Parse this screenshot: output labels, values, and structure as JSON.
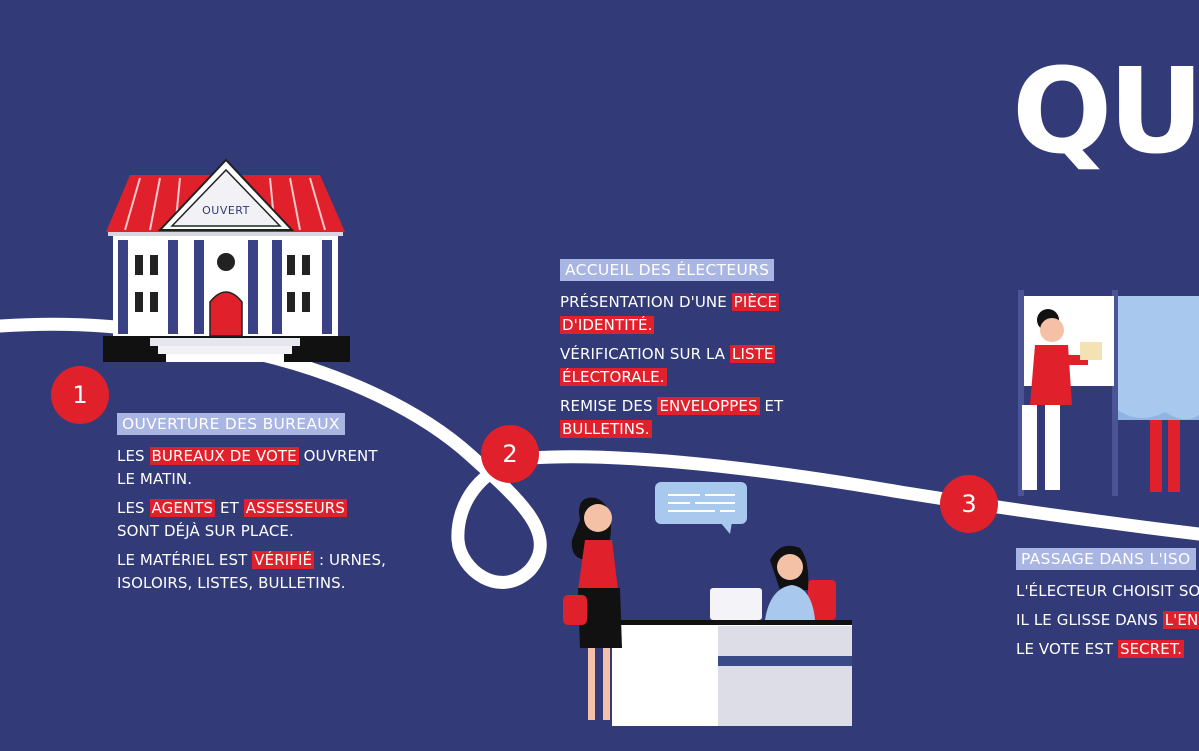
{
  "title": "QUI",
  "building_sign": "OUVERT",
  "colors": {
    "background": "#323a78",
    "accent_red": "#e0212c",
    "heading_bg": "#a9b5e2",
    "text": "#ffffff"
  },
  "steps": [
    {
      "number": "1",
      "heading": "OUVERTURE DES BUREAUX",
      "lines": [
        {
          "a": "LES ",
          "hl1": "BUREAUX DE VOTE",
          "b": " OUVRENT",
          "c": "LE MATIN."
        },
        {
          "a": "LES ",
          "hl1": "AGENTS",
          "b": " ET ",
          "hl2": "ASSESSEURS",
          "c": "SONT DÉJÀ SUR PLACE."
        },
        {
          "a": "LE MATÉRIEL EST ",
          "hl1": "VÉRIFIÉ",
          "b": " : URNES,",
          "c": "ISOLOIRS, LISTES, BULLETINS."
        }
      ]
    },
    {
      "number": "2",
      "heading": "ACCUEIL DES ÉLECTEURS",
      "lines": [
        {
          "a": "PRÉSENTATION D'UNE ",
          "hl1": "PIÈCE",
          "hl2": "D'IDENTITÉ."
        },
        {
          "a": "VÉRIFICATION SUR LA ",
          "hl1": "LISTE",
          "hl2": "ÉLECTORALE."
        },
        {
          "a": "REMISE DES ",
          "hl1": "ENVELOPPES",
          "b": " ET",
          "hl2": "BULLETINS."
        }
      ]
    },
    {
      "number": "3",
      "heading": "PASSAGE DANS L'ISO",
      "lines": [
        {
          "a": "L'ÉLECTEUR CHOISIT SO"
        },
        {
          "a": "IL LE GLISSE DANS ",
          "hl1": "L'EN"
        },
        {
          "a": "LE VOTE EST ",
          "hl1": "SECRET."
        }
      ]
    }
  ]
}
